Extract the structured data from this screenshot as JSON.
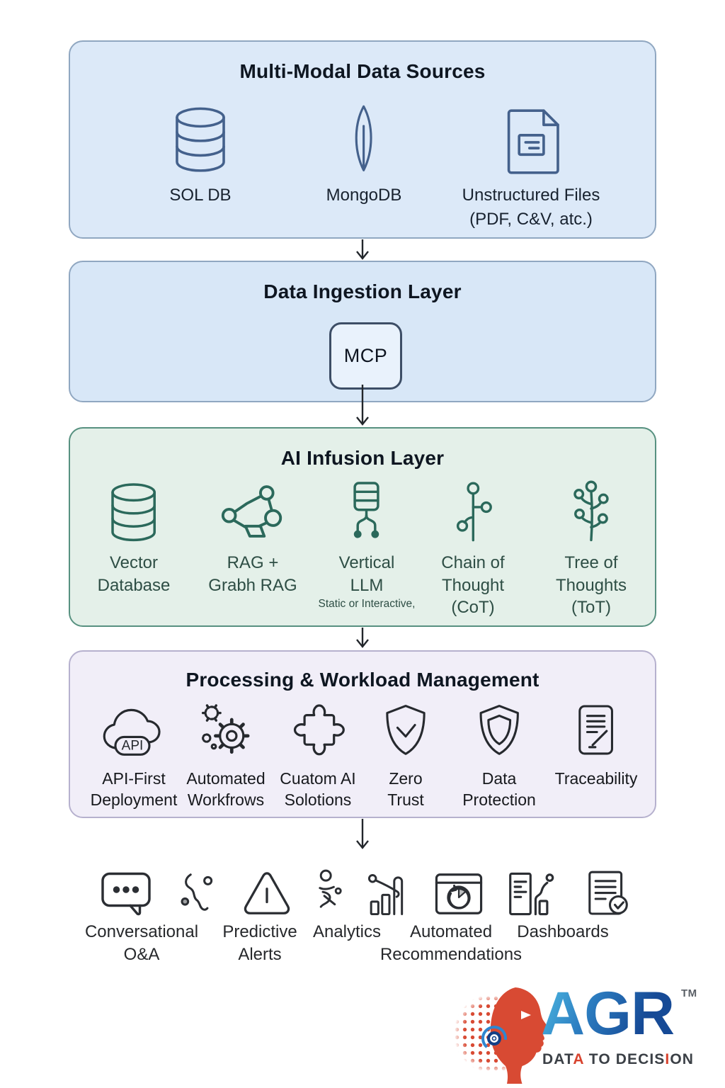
{
  "colors": {
    "source_box_bg": "#dce9f8",
    "ingestion_box_bg": "#d8e7f7",
    "ai_box_bg": "#e4f0e9",
    "processing_box_bg": "#f1eef8",
    "source_border": "#90a7c1",
    "ai_border": "#579180",
    "processing_border": "#b6b1ce",
    "blue_icon": "#44618c",
    "green_icon": "#2b695b",
    "dark_icon": "#26292e",
    "brand_blue_light": "#49b2de",
    "brand_blue_dark": "#164a96",
    "brand_red": "#d84a33",
    "tagline_gray": "#3b4046"
  },
  "sources": {
    "title": "Multi-Modal Data Sources",
    "items": [
      {
        "icon": "database-icon",
        "label": "SOL DB"
      },
      {
        "icon": "mongodb-leaf-icon",
        "label": "MongoDB"
      },
      {
        "icon": "document-icon",
        "label": "Unstructured Files",
        "sublabel": "(PDF, C&V, atc.)"
      }
    ]
  },
  "ingestion": {
    "title": "Data Ingestion Layer",
    "mcp": "MCP"
  },
  "ai_infusion": {
    "title": "AI Infusion Layer",
    "items": [
      {
        "icon": "vector-database-icon",
        "line1": "Vector",
        "line2": "Database"
      },
      {
        "icon": "rag-graph-icon",
        "line1": "RAG +",
        "line2": "Grabh RAG"
      },
      {
        "icon": "vertical-llm-icon",
        "line1": "Vertical",
        "line2": "LLM",
        "note": "Static or Interactive,"
      },
      {
        "icon": "chain-of-thought-icon",
        "line1": "Chain of",
        "line2": "Thought",
        "line3": "(CoT)"
      },
      {
        "icon": "tree-of-thoughts-icon",
        "line1": "Tree of",
        "line2": "Thoughts",
        "line3": "(ToT)"
      }
    ]
  },
  "processing": {
    "title": "Processing & Workload Management",
    "items": [
      {
        "icon": "cloud-api-icon",
        "badge": "API",
        "line1": "API-First",
        "line2": "Deployment"
      },
      {
        "icon": "gears-icon",
        "line1": "Automated",
        "line2": "Workfrows"
      },
      {
        "icon": "puzzle-icon",
        "line1": "Cuatom AI",
        "line2": "Solotions"
      },
      {
        "icon": "shield-check-icon",
        "line1": "Zero",
        "line2": "Trust"
      },
      {
        "icon": "shield-icon",
        "line1": "Data",
        "line2": "Protection"
      },
      {
        "icon": "traceability-doc-icon",
        "line1": "Traceability"
      }
    ]
  },
  "outputs": {
    "icons": [
      "chat-bubble-icon",
      "scatter-path-icon",
      "alert-triangle-icon",
      "person-activity-icon",
      "bar-chart-icon",
      "window-pie-icon",
      "report-chart-icon",
      "document-check-icon"
    ],
    "labels": [
      {
        "line1": "Conversational",
        "line2": "O&A"
      },
      {
        "line1": "Predictive",
        "line2": "Alerts"
      },
      {
        "line1": "Analytics"
      },
      {
        "line1": "Automated",
        "line2": "Recommendations"
      },
      {
        "line1": "Dashboards"
      }
    ]
  },
  "logo": {
    "brand": "AGR",
    "tm": "TM",
    "tagline": {
      "p1": "DAT",
      "red1": "A",
      "p2": " TO DECIS",
      "red2": "I",
      "p3": "ON"
    }
  }
}
